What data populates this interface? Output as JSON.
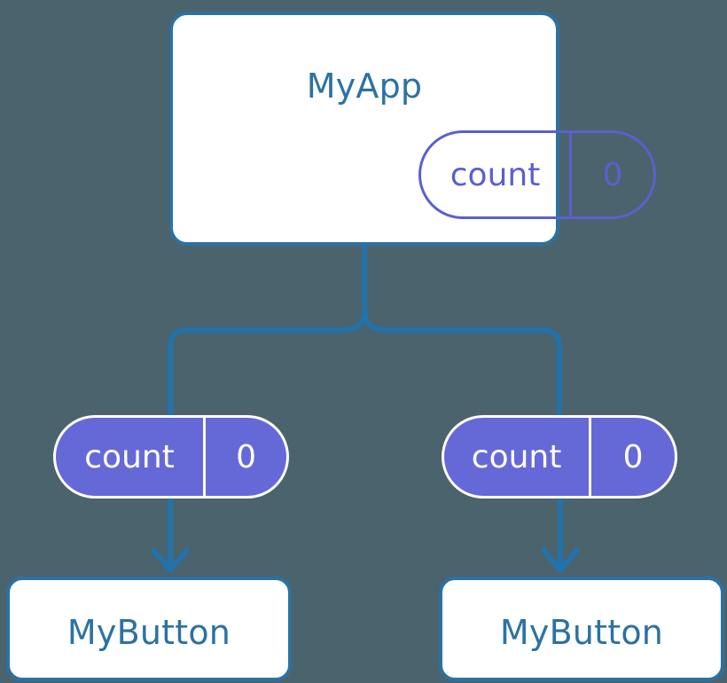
{
  "diagram": {
    "type": "component-tree",
    "background_color": "#4b636c",
    "accent_color": "#2b72a3",
    "state_color": "#6569d8",
    "root": {
      "title": "MyApp",
      "state": {
        "key": "count",
        "value": "0"
      }
    },
    "children": [
      {
        "title": "MyButton",
        "props": {
          "key": "count",
          "value": "0"
        }
      },
      {
        "title": "MyButton",
        "props": {
          "key": "count",
          "value": "0"
        }
      }
    ],
    "connectors": {
      "fork_label": "tree-fork",
      "arrow_label": "props-arrow"
    }
  }
}
